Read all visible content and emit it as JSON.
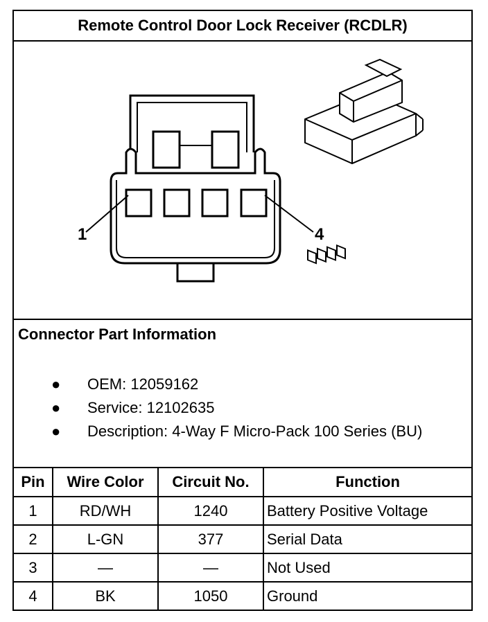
{
  "title": "Remote Control Door Lock Receiver (RCDLR)",
  "diagram": {
    "pin_label_left": "1",
    "pin_label_right": "4"
  },
  "connector_info": {
    "heading": "Connector Part Information",
    "bullets": [
      "OEM: 12059162",
      "Service: 12102635",
      "Description: 4-Way F Micro-Pack 100 Series (BU)"
    ]
  },
  "table": {
    "headers": [
      "Pin",
      "Wire Color",
      "Circuit No.",
      "Function"
    ],
    "rows": [
      [
        "1",
        "RD/WH",
        "1240",
        "Battery Positive Voltage"
      ],
      [
        "2",
        "L-GN",
        "377",
        "Serial Data"
      ],
      [
        "3",
        "—",
        "—",
        "Not Used"
      ],
      [
        "4",
        "BK",
        "1050",
        "Ground"
      ]
    ]
  }
}
